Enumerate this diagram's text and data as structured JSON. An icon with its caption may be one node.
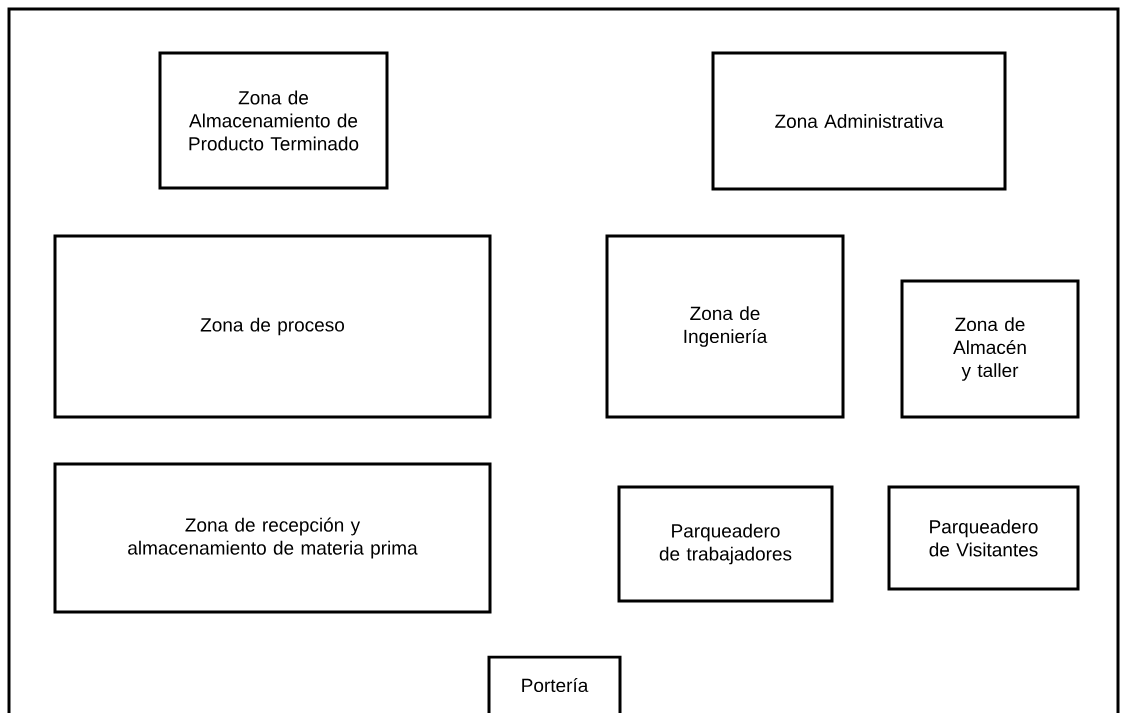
{
  "diagram": {
    "nodes": [
      {
        "text": [
          "Zona de Almacenamiento de Producto Terminado"
        ]
      },
      {
        "text": [
          "Zona Administrativa"
        ]
      },
      {
        "text": [
          "Zona de proceso"
        ]
      },
      {
        "text": [
          "Zona de Ingeniería"
        ]
      },
      {
        "text": [
          "Zona de Almacén y taller"
        ]
      },
      {
        "text": [
          "Zona de recepción y almacenamiento de materia prima"
        ]
      },
      {
        "text": [
          "Parqueadero de trabajadores"
        ]
      },
      {
        "text": [
          "Parqueadero de Visitantes"
        ]
      },
      {
        "text": [
          "Portería"
        ]
      }
    ]
  }
}
